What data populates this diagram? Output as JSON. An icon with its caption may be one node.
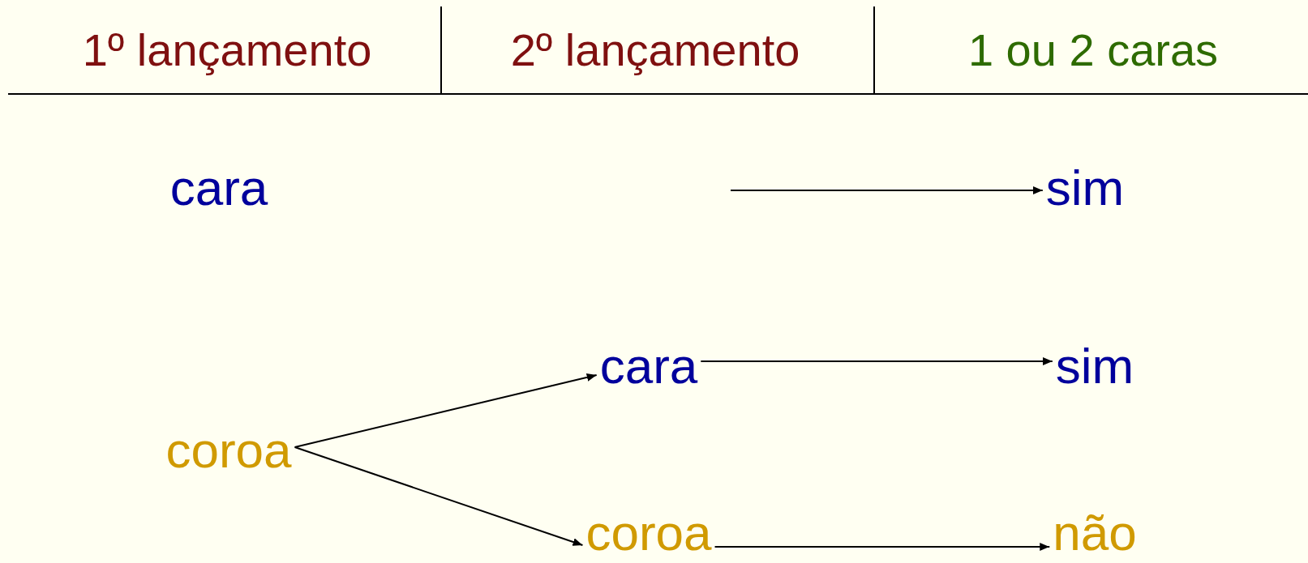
{
  "diagram": {
    "nodes": [
      {
        "text": [
          "cara"
        ]
      },
      {
        "text": [
          "sim"
        ]
      },
      {
        "text": [
          "coroa"
        ]
      },
      {
        "text": [
          "cara"
        ]
      },
      {
        "text": [
          "sim"
        ]
      },
      {
        "text": [
          "coroa"
        ]
      },
      {
        "text": [
          "não"
        ]
      }
    ],
    "edges": [
      {
        "from": null,
        "to": 1,
        "arrow": "to"
      },
      {
        "from": 2,
        "to": 3,
        "arrow": "to"
      },
      {
        "from": 2,
        "to": 5,
        "arrow": "to"
      },
      {
        "from": 3,
        "to": 4,
        "arrow": "to"
      },
      {
        "from": 5,
        "to": 6,
        "arrow": "to"
      }
    ],
    "labels": [
      "1º lançamento",
      "2º lançamento",
      "1 ou 2 caras"
    ]
  }
}
